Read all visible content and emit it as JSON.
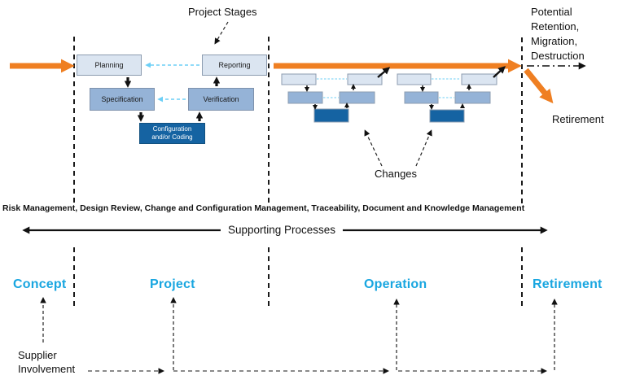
{
  "annotations": {
    "project_stages": "Project Stages",
    "changes": "Changes",
    "potential_path": "Potential\nRetention,\nMigration,\nDestruction",
    "retirement_path": "Retirement"
  },
  "stage_cycle": {
    "planning": "Planning",
    "reporting": "Reporting",
    "specification": "Specification",
    "verification": "Verification",
    "configuration": "Configuration and/or Coding"
  },
  "supporting": {
    "processes_list": "Risk Management, Design Review, Change and Configuration Management, Traceability, Document and Knowledge Management",
    "label": "Supporting Processes"
  },
  "phases": [
    {
      "label": "Concept"
    },
    {
      "label": "Project"
    },
    {
      "label": "Operation"
    },
    {
      "label": "Retirement"
    }
  ],
  "supplier": {
    "label": "Supplier\nInvolvement"
  },
  "colors": {
    "flow_orange": "#EF7F22",
    "phase_cyan": "#19A6E0",
    "box_light": "#DBE5F1",
    "box_medium": "#95B3D7",
    "box_dark": "#1563A2",
    "connector_cyan": "#6DCFF6"
  }
}
